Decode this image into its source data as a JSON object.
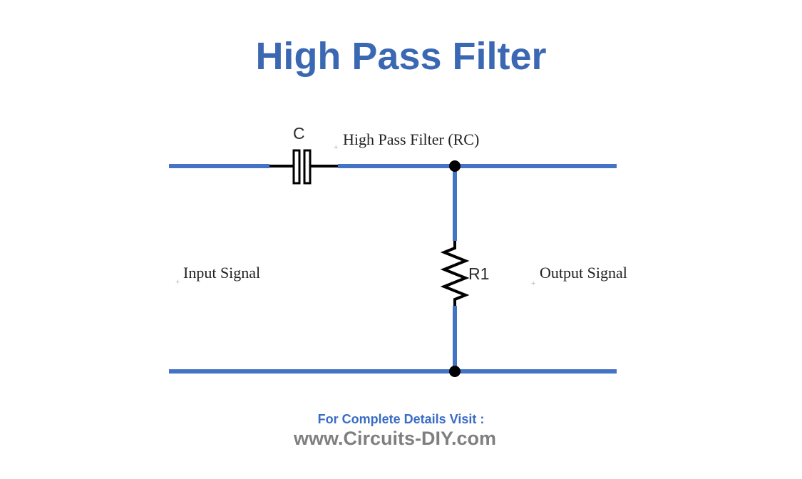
{
  "title": "High Pass Filter",
  "circuit": {
    "caption": "High Pass Filter (RC)",
    "capacitor_label": "C",
    "resistor_label": "R1",
    "input_label": "Input Signal",
    "output_label": "Output Signal"
  },
  "footer": {
    "line1": "For Complete Details Visit :",
    "line2": "www.Circuits-DIY.com"
  },
  "colors": {
    "title_blue": "#3b68b3",
    "wire_blue": "#4472c4",
    "component_black": "#000000",
    "footer_blue": "#3a6cc4",
    "footer_gray": "#7f7f7f"
  },
  "icons": {
    "plus_marker": "+"
  }
}
